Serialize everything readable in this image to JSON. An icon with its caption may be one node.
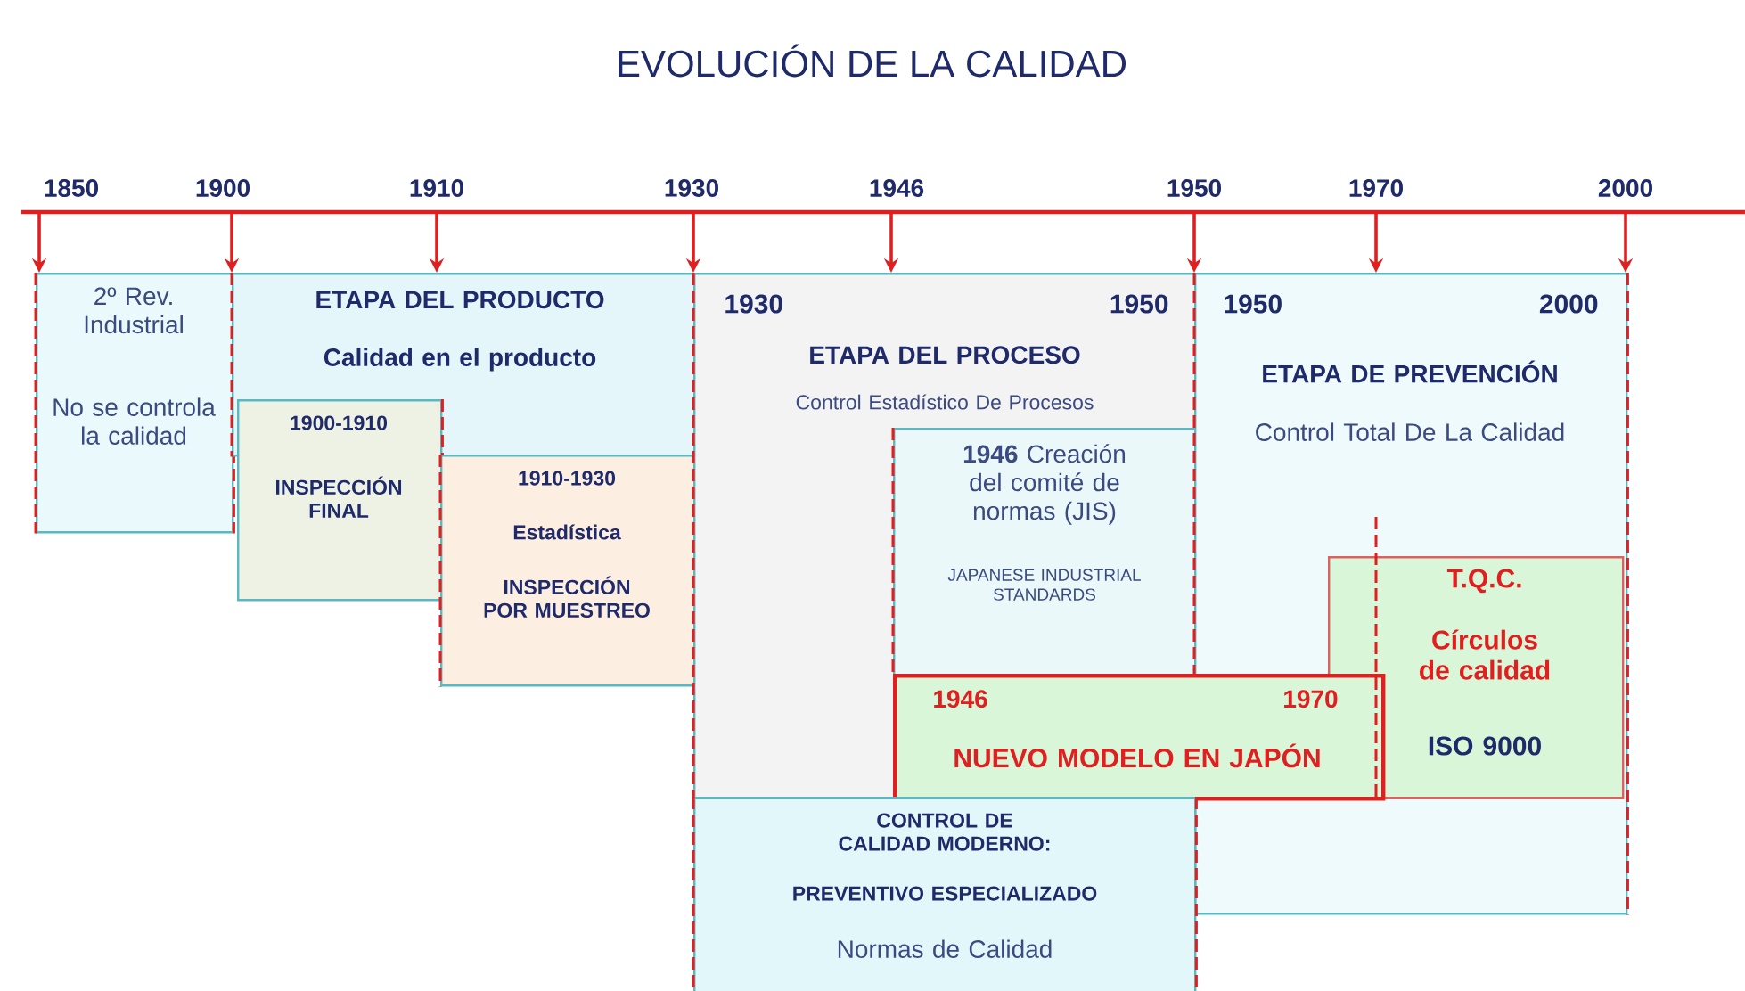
{
  "diagram": {
    "title": "EVOLUCIÓN DE LA CALIDAD",
    "nodes": [
      {
        "text": [
          "2º Rev. Industrial",
          "No se controla la calidad"
        ]
      },
      {
        "text": [
          "ETAPA DEL PRODUCTO",
          "Calidad en el producto"
        ]
      },
      {
        "text": [
          "1900-1910",
          "INSPECCIÓN FINAL"
        ]
      },
      {
        "text": [
          "1910-1930",
          "Estadística",
          "INSPECCIÓN POR MUESTREO"
        ]
      },
      {
        "text": [
          "1930",
          "1950",
          "ETAPA DEL PROCESO",
          "Control Estadístico De Procesos"
        ]
      },
      {
        "text": [
          "**1946** Creación del comité de normas (JIS)",
          "JAPANESE INDUSTRIAL STANDARDS"
        ],
        "in": 4
      },
      {
        "text": [
          "1950",
          "2000",
          "ETAPA DE PREVENCIÓN",
          "Control Total De La Calidad"
        ]
      },
      {
        "text": [
          "T.Q.C.",
          "Círculos de calidad",
          "ISO 9000"
        ],
        "in": 6
      },
      {
        "text": [
          "1946",
          "1970",
          "NUEVO MODELO EN JAPÓN"
        ]
      },
      {
        "text": [
          "CONTROL DE CALIDAD MODERNO:",
          "PREVENTIVO ESPECIALIZADO",
          "Normas de Calidad"
        ]
      }
    ],
    "edges": [
      {
        "from": null,
        "to": 0,
        "arrow": "to"
      },
      {
        "from": null,
        "to": 1,
        "arrow": "to"
      },
      {
        "from": null,
        "to": 1,
        "arrow": "to"
      },
      {
        "from": null,
        "to": 4,
        "arrow": "to"
      },
      {
        "from": null,
        "to": 4,
        "arrow": "to"
      },
      {
        "from": null,
        "to": 6,
        "arrow": "to"
      },
      {
        "from": null,
        "to": 6,
        "arrow": "to"
      },
      {
        "from": null,
        "to": 6,
        "arrow": "to"
      }
    ],
    "labels": [
      "1850",
      "1900",
      "1910",
      "1930",
      "1946",
      "1950",
      "1970",
      "2000"
    ]
  }
}
